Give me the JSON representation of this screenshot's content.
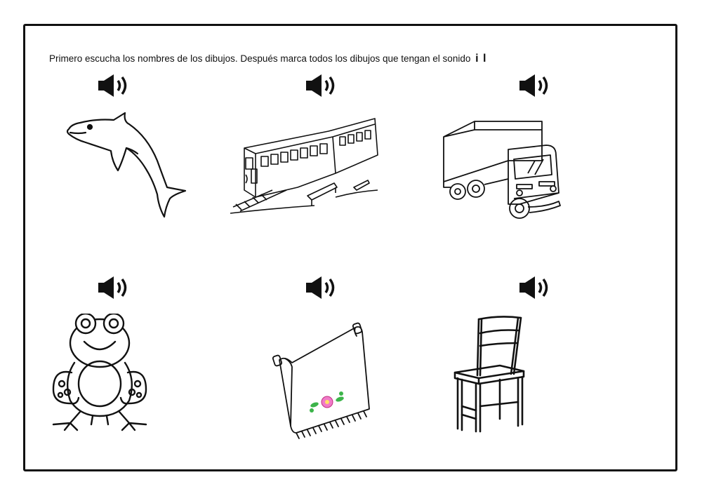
{
  "instruction": {
    "text": "Primero escucha los nombres de los dibujos. Después marca todos los dibujos que tengan el sonido",
    "sound": "i l"
  },
  "items": [
    {
      "picture": "dolphin",
      "audio_icon": "speaker-icon"
    },
    {
      "picture": "train",
      "audio_icon": "speaker-icon"
    },
    {
      "picture": "truck",
      "audio_icon": "speaker-icon"
    },
    {
      "picture": "frog",
      "audio_icon": "speaker-icon"
    },
    {
      "picture": "towel",
      "audio_icon": "speaker-icon"
    },
    {
      "picture": "chair",
      "audio_icon": "speaker-icon"
    }
  ],
  "colors": {
    "ink": "#111111",
    "paper": "#ffffff",
    "flower": "#f07ac8",
    "leaf": "#3cb44a"
  }
}
